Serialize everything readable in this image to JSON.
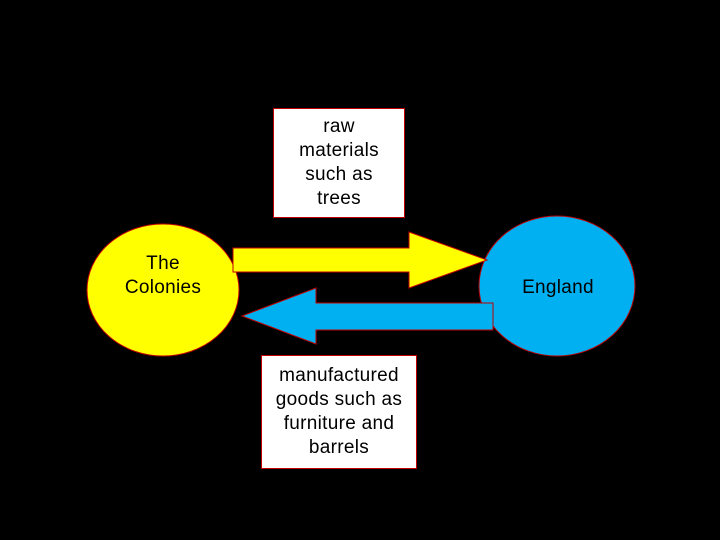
{
  "diagram": {
    "nodes": {
      "colonies": {
        "label": "The Colonies",
        "fill": "#ffff00"
      },
      "england": {
        "label": "England",
        "fill": "#00b0f0"
      }
    },
    "flows": {
      "exports": {
        "from": "The Colonies",
        "to": "England",
        "label": "raw materials such as trees",
        "color": "#ffff00"
      },
      "imports": {
        "from": "England",
        "to": "The Colonies",
        "label": "manufactured goods such as furniture and barrels",
        "color": "#00b0f0"
      }
    },
    "colors": {
      "background": "#000000",
      "node_border": "#c00000",
      "box_border": "#c00000"
    }
  }
}
